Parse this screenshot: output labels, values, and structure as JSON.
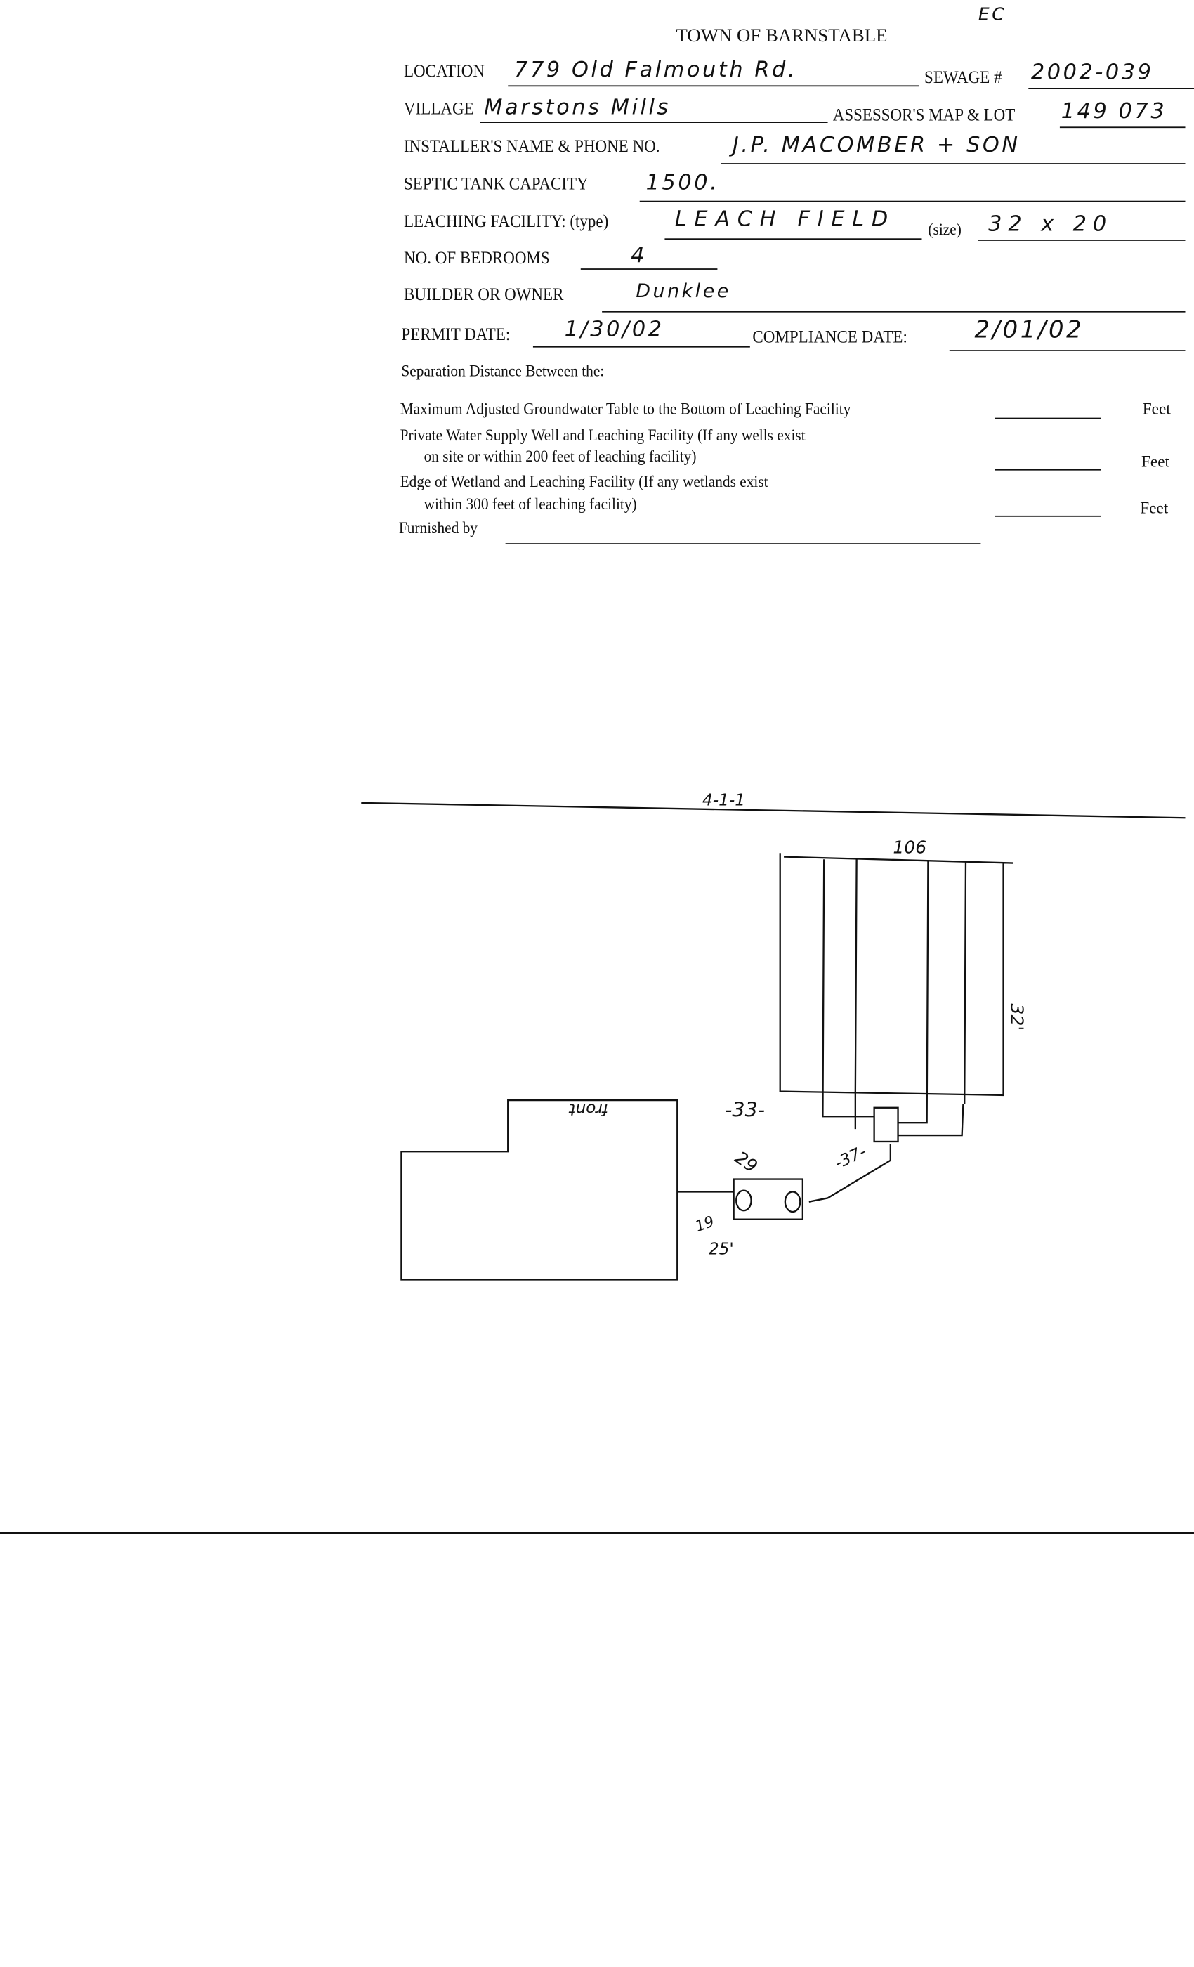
{
  "form": {
    "title": "TOWN OF BARNSTABLE",
    "corner_note": "EC",
    "location": {
      "label": "LOCATION",
      "value": "779 Old Falmouth Rd."
    },
    "sewage": {
      "label": "SEWAGE #",
      "value": "2002-039"
    },
    "village": {
      "label": "VILLAGE",
      "value": "Marstons Mills"
    },
    "assessor": {
      "label": "ASSESSOR'S MAP & LOT",
      "value": "149 073"
    },
    "installer": {
      "label": "INSTALLER'S NAME & PHONE NO.",
      "value": "J.P. MACOMBER + SON"
    },
    "septic": {
      "label": "SEPTIC TANK CAPACITY",
      "value": "1500."
    },
    "leaching": {
      "label": "LEACHING FACILITY: (type)",
      "value": "LEACH FIELD",
      "size_label": "(size)",
      "size_value": "32 x 20"
    },
    "bedrooms": {
      "label": "NO. OF BEDROOMS",
      "value": "4"
    },
    "builder": {
      "label": "BUILDER OR OWNER",
      "value": "Dunklee"
    },
    "permit": {
      "label": "PERMIT DATE:",
      "value": "1/30/02"
    },
    "compliance": {
      "label": "COMPLIANCE DATE:",
      "value": "2/01/02"
    }
  },
  "separation": {
    "heading": "Separation Distance Between the:",
    "row1": "Maximum Adjusted Groundwater Table to the Bottom of Leaching Facility",
    "row2a": "Private Water Supply Well and Leaching Facility  (If any wells exist",
    "row2b": "on site or within 200 feet of leaching facility)",
    "row3a": "Edge of Wetland and Leaching Facility (If any wetlands exist",
    "row3b": "within 300 feet of leaching facility)",
    "unit": "Feet",
    "furnished_label": "Furnished by"
  },
  "sketch": {
    "scale_note": "4-1-1",
    "field_width": "106",
    "field_length": "32'",
    "house_label": "front",
    "dist_field": "-33-",
    "dist_dbox": "-37-",
    "dist_tank_a": "29",
    "dist_tank_b": "19",
    "dist_tank_c": "25'"
  }
}
